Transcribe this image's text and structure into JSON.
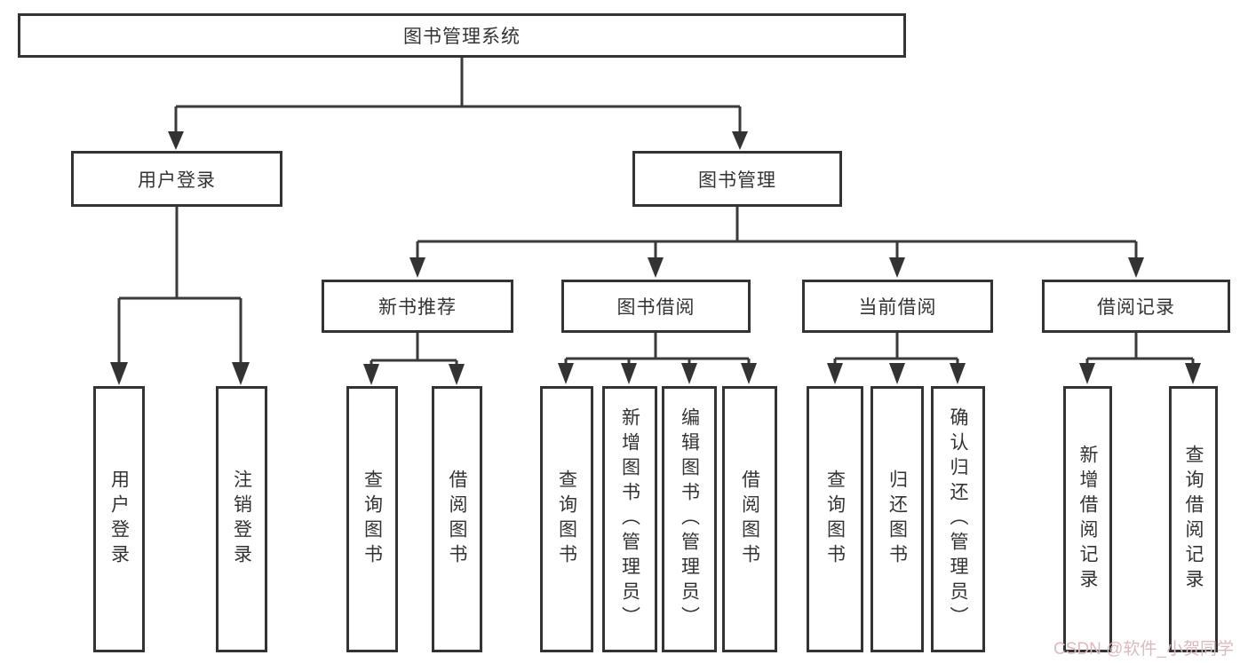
{
  "diagram": {
    "root": {
      "label": "图书管理系统"
    },
    "level1": [
      {
        "label": "用户登录"
      },
      {
        "label": "图书管理"
      }
    ],
    "level2": [
      {
        "label": "新书推荐",
        "parent": "图书管理"
      },
      {
        "label": "图书借阅",
        "parent": "图书管理"
      },
      {
        "label": "当前借阅",
        "parent": "图书管理"
      },
      {
        "label": "借阅记录",
        "parent": "图书管理"
      }
    ],
    "leaves": [
      {
        "label": "用户登录",
        "parent": "用户登录"
      },
      {
        "label": "注销登录",
        "parent": "用户登录"
      },
      {
        "label": "查询图书",
        "parent": "新书推荐"
      },
      {
        "label": "借阅图书",
        "parent": "新书推荐"
      },
      {
        "label": "查询图书",
        "parent": "图书借阅"
      },
      {
        "label": "新增图书（管理员）",
        "parent": "图书借阅"
      },
      {
        "label": "编辑图书（管理员）",
        "parent": "图书借阅"
      },
      {
        "label": "借阅图书",
        "parent": "图书借阅"
      },
      {
        "label": "查询图书",
        "parent": "当前借阅"
      },
      {
        "label": "归还图书",
        "parent": "当前借阅"
      },
      {
        "label": "确认归还（管理员）",
        "parent": "当前借阅"
      },
      {
        "label": "新增借阅记录",
        "parent": "借阅记录"
      },
      {
        "label": "查询借阅记录",
        "parent": "借阅记录"
      }
    ],
    "colors": {
      "line": "#3a3a3a",
      "box_border": "#333333",
      "text": "#333333"
    }
  },
  "watermark": {
    "text": "CSDN @软件_小贺同学",
    "color": "#dcb9bf"
  }
}
